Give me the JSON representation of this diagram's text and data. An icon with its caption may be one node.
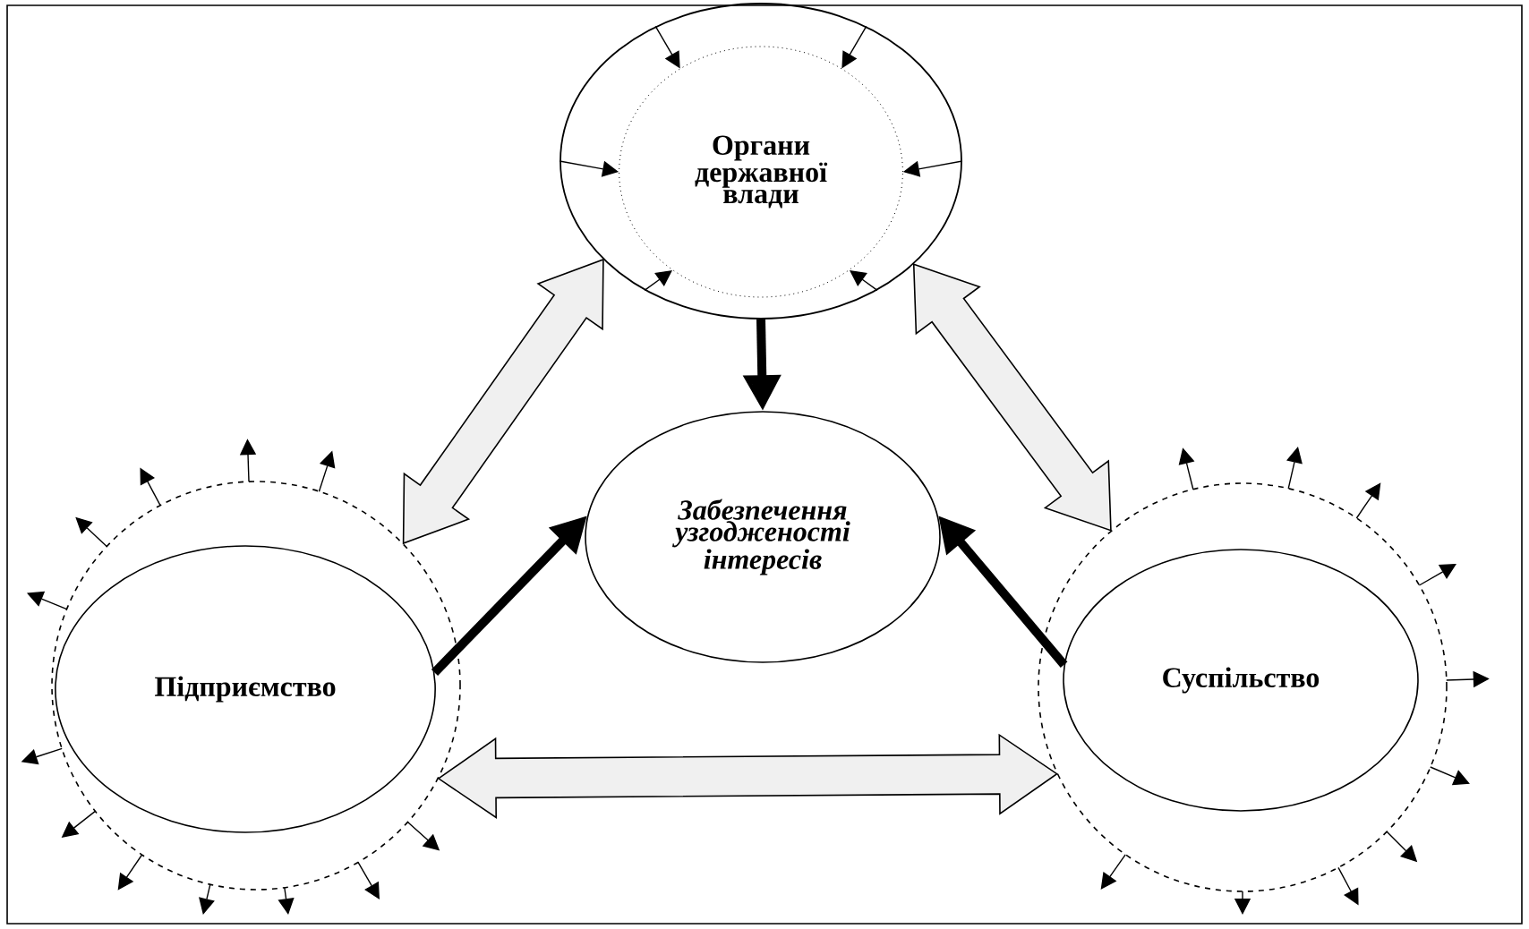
{
  "diagram": {
    "nodes": [
      {
        "text": [],
        "shape": "circle"
      },
      {
        "text": [
          "Органи державної влади"
        ],
        "in": 0
      },
      {
        "text": [],
        "shape": "circle"
      },
      {
        "text": [
          "Підприємство"
        ],
        "in": 2
      },
      {
        "text": [
          "Забезпечення узгодженості інтересів"
        ]
      },
      {
        "text": [],
        "shape": "circle"
      },
      {
        "text": [
          "Суспільство"
        ],
        "in": 5
      }
    ],
    "edges": [
      {
        "from": 0,
        "to": 2,
        "arrow": "both"
      },
      {
        "from": 0,
        "to": 5,
        "arrow": "both"
      },
      {
        "from": 2,
        "to": 5,
        "arrow": "both"
      },
      {
        "from": 0,
        "to": 4,
        "arrow": "to",
        "style": "thick"
      },
      {
        "from": 3,
        "to": 4,
        "arrow": "to",
        "style": "thick"
      },
      {
        "from": 6,
        "to": 4,
        "arrow": "to",
        "style": "thick"
      },
      {
        "from": 0,
        "to": 1,
        "arrow": "to"
      },
      {
        "from": 0,
        "to": 1,
        "arrow": "to"
      },
      {
        "from": 0,
        "to": 1,
        "arrow": "to"
      },
      {
        "from": 0,
        "to": 1,
        "arrow": "to"
      },
      {
        "from": 0,
        "to": 1,
        "arrow": "to"
      },
      {
        "from": 0,
        "to": 1,
        "arrow": "to"
      }
    ]
  }
}
